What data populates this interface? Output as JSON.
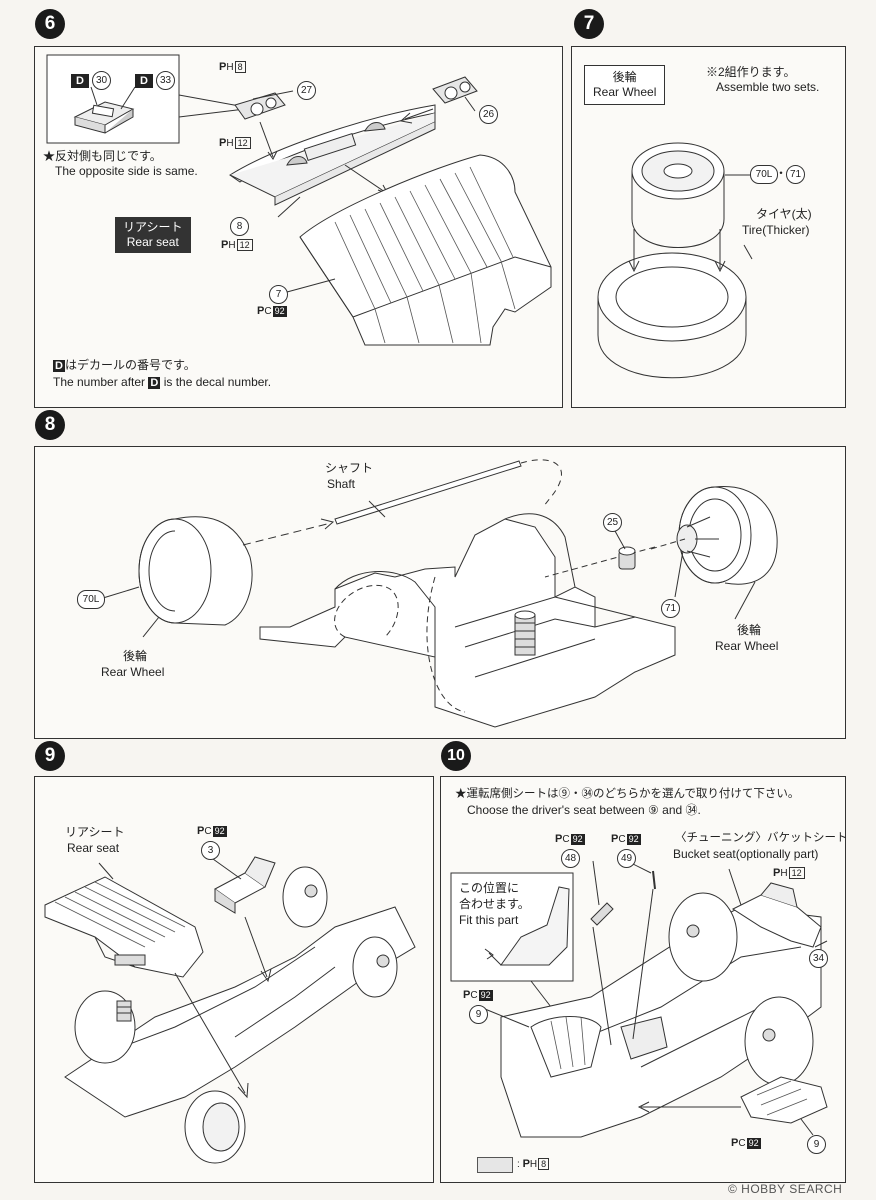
{
  "steps": {
    "s6": {
      "num": "6",
      "decal_d1": "D",
      "decal_n1": "30",
      "decal_d2": "D",
      "decal_n2": "33",
      "opposite_jp": "★反対側も同じです。",
      "opposite_en": "The opposite side is same.",
      "rear_seat_jp": "リアシート",
      "rear_seat_en": "Rear seat",
      "part_27": "27",
      "part_26": "26",
      "part_8": "8",
      "part_7": "7",
      "ph_8_a": "8",
      "ph_12_a": "12",
      "ph_12_b": "12",
      "pc_92": "92",
      "note_jp_suffix": "はデカールの番号です。",
      "note_en_a": "The number after",
      "note_en_b": "is the decal number.",
      "d_letter": "D"
    },
    "s7": {
      "num": "7",
      "wheel_jp": "後輪",
      "wheel_en": "Rear Wheel",
      "sets_jp": "※2組作ります。",
      "sets_en": "Assemble two sets.",
      "part_70l": "70L",
      "part_71": "71",
      "dot": "・",
      "tire_jp": "タイヤ(太)",
      "tire_en": "Tire(Thicker)"
    },
    "s8": {
      "num": "8",
      "shaft_jp": "シャフト",
      "shaft_en": "Shaft",
      "part_25": "25",
      "part_70l": "70L",
      "part_71": "71",
      "wheel_l_jp": "後輪",
      "wheel_l_en": "Rear Wheel",
      "wheel_r_jp": "後輪",
      "wheel_r_en": "Rear Wheel"
    },
    "s9": {
      "num": "9",
      "seat_jp": "リアシート",
      "seat_en": "Rear seat",
      "pc_92": "92",
      "part_3": "3"
    },
    "s10": {
      "num": "10",
      "choose_jp": "★運転席側シートは⑨・㉞のどちらかを選んで取り付けて下さい。",
      "choose_en": "Choose the driver's seat between ⑨ and ㉞.",
      "pc_92_a": "92",
      "pc_92_b": "92",
      "part_48": "48",
      "part_49": "49",
      "bucket_jp": "〈チューニング〉バケットシート",
      "bucket_en": "Bucket seat(optionally part)",
      "ph_12": "12",
      "part_34": "34",
      "fit_jp1": "この位置に",
      "fit_jp2": "合わせます。",
      "fit_en": "Fit this part",
      "pc_92_c": "92",
      "part_9a": "9",
      "pc_92_d": "92",
      "part_9b": "9",
      "legend_ph": "8",
      "legend_sep": ":"
    }
  },
  "watermark": "© HOBBY SEARCH",
  "p_letter": "P",
  "h_sub": "H",
  "c_sub": "C"
}
